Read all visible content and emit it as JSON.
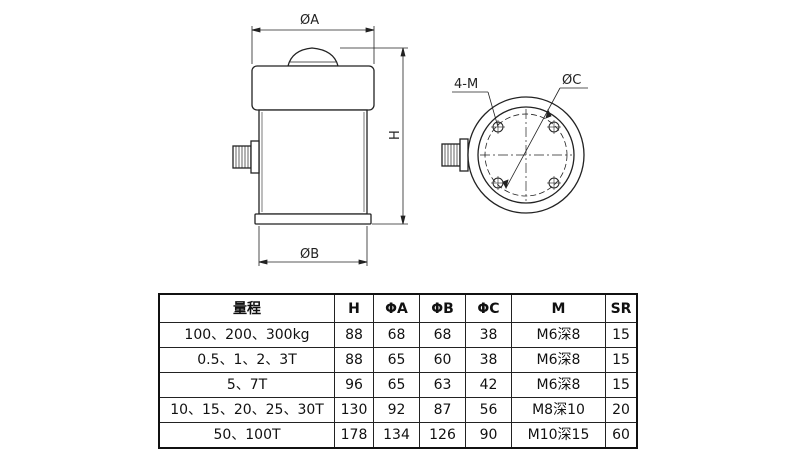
{
  "drawing": {
    "labels": {
      "phi_a": "ØA",
      "phi_b": "ØB",
      "height": "H",
      "phi_c": "ØC",
      "bolt_holes": "4-M"
    },
    "colors": {
      "line": "#222222",
      "body_fill": "#ffffff"
    }
  },
  "table": {
    "headers": [
      "量程",
      "H",
      "ΦA",
      "ΦB",
      "ΦC",
      "M",
      "SR"
    ],
    "rows": [
      [
        "100、200、300kg",
        "88",
        "68",
        "68",
        "38",
        "M6深8",
        "15"
      ],
      [
        "0.5、1、2、3T",
        "88",
        "65",
        "60",
        "38",
        "M6深8",
        "15"
      ],
      [
        "5、7T",
        "96",
        "65",
        "63",
        "42",
        "M6深8",
        "15"
      ],
      [
        "10、15、20、25、30T",
        "130",
        "92",
        "87",
        "56",
        "M8深10",
        "20"
      ],
      [
        "50、100T",
        "178",
        "134",
        "126",
        "90",
        "M10深15",
        "60"
      ]
    ]
  }
}
